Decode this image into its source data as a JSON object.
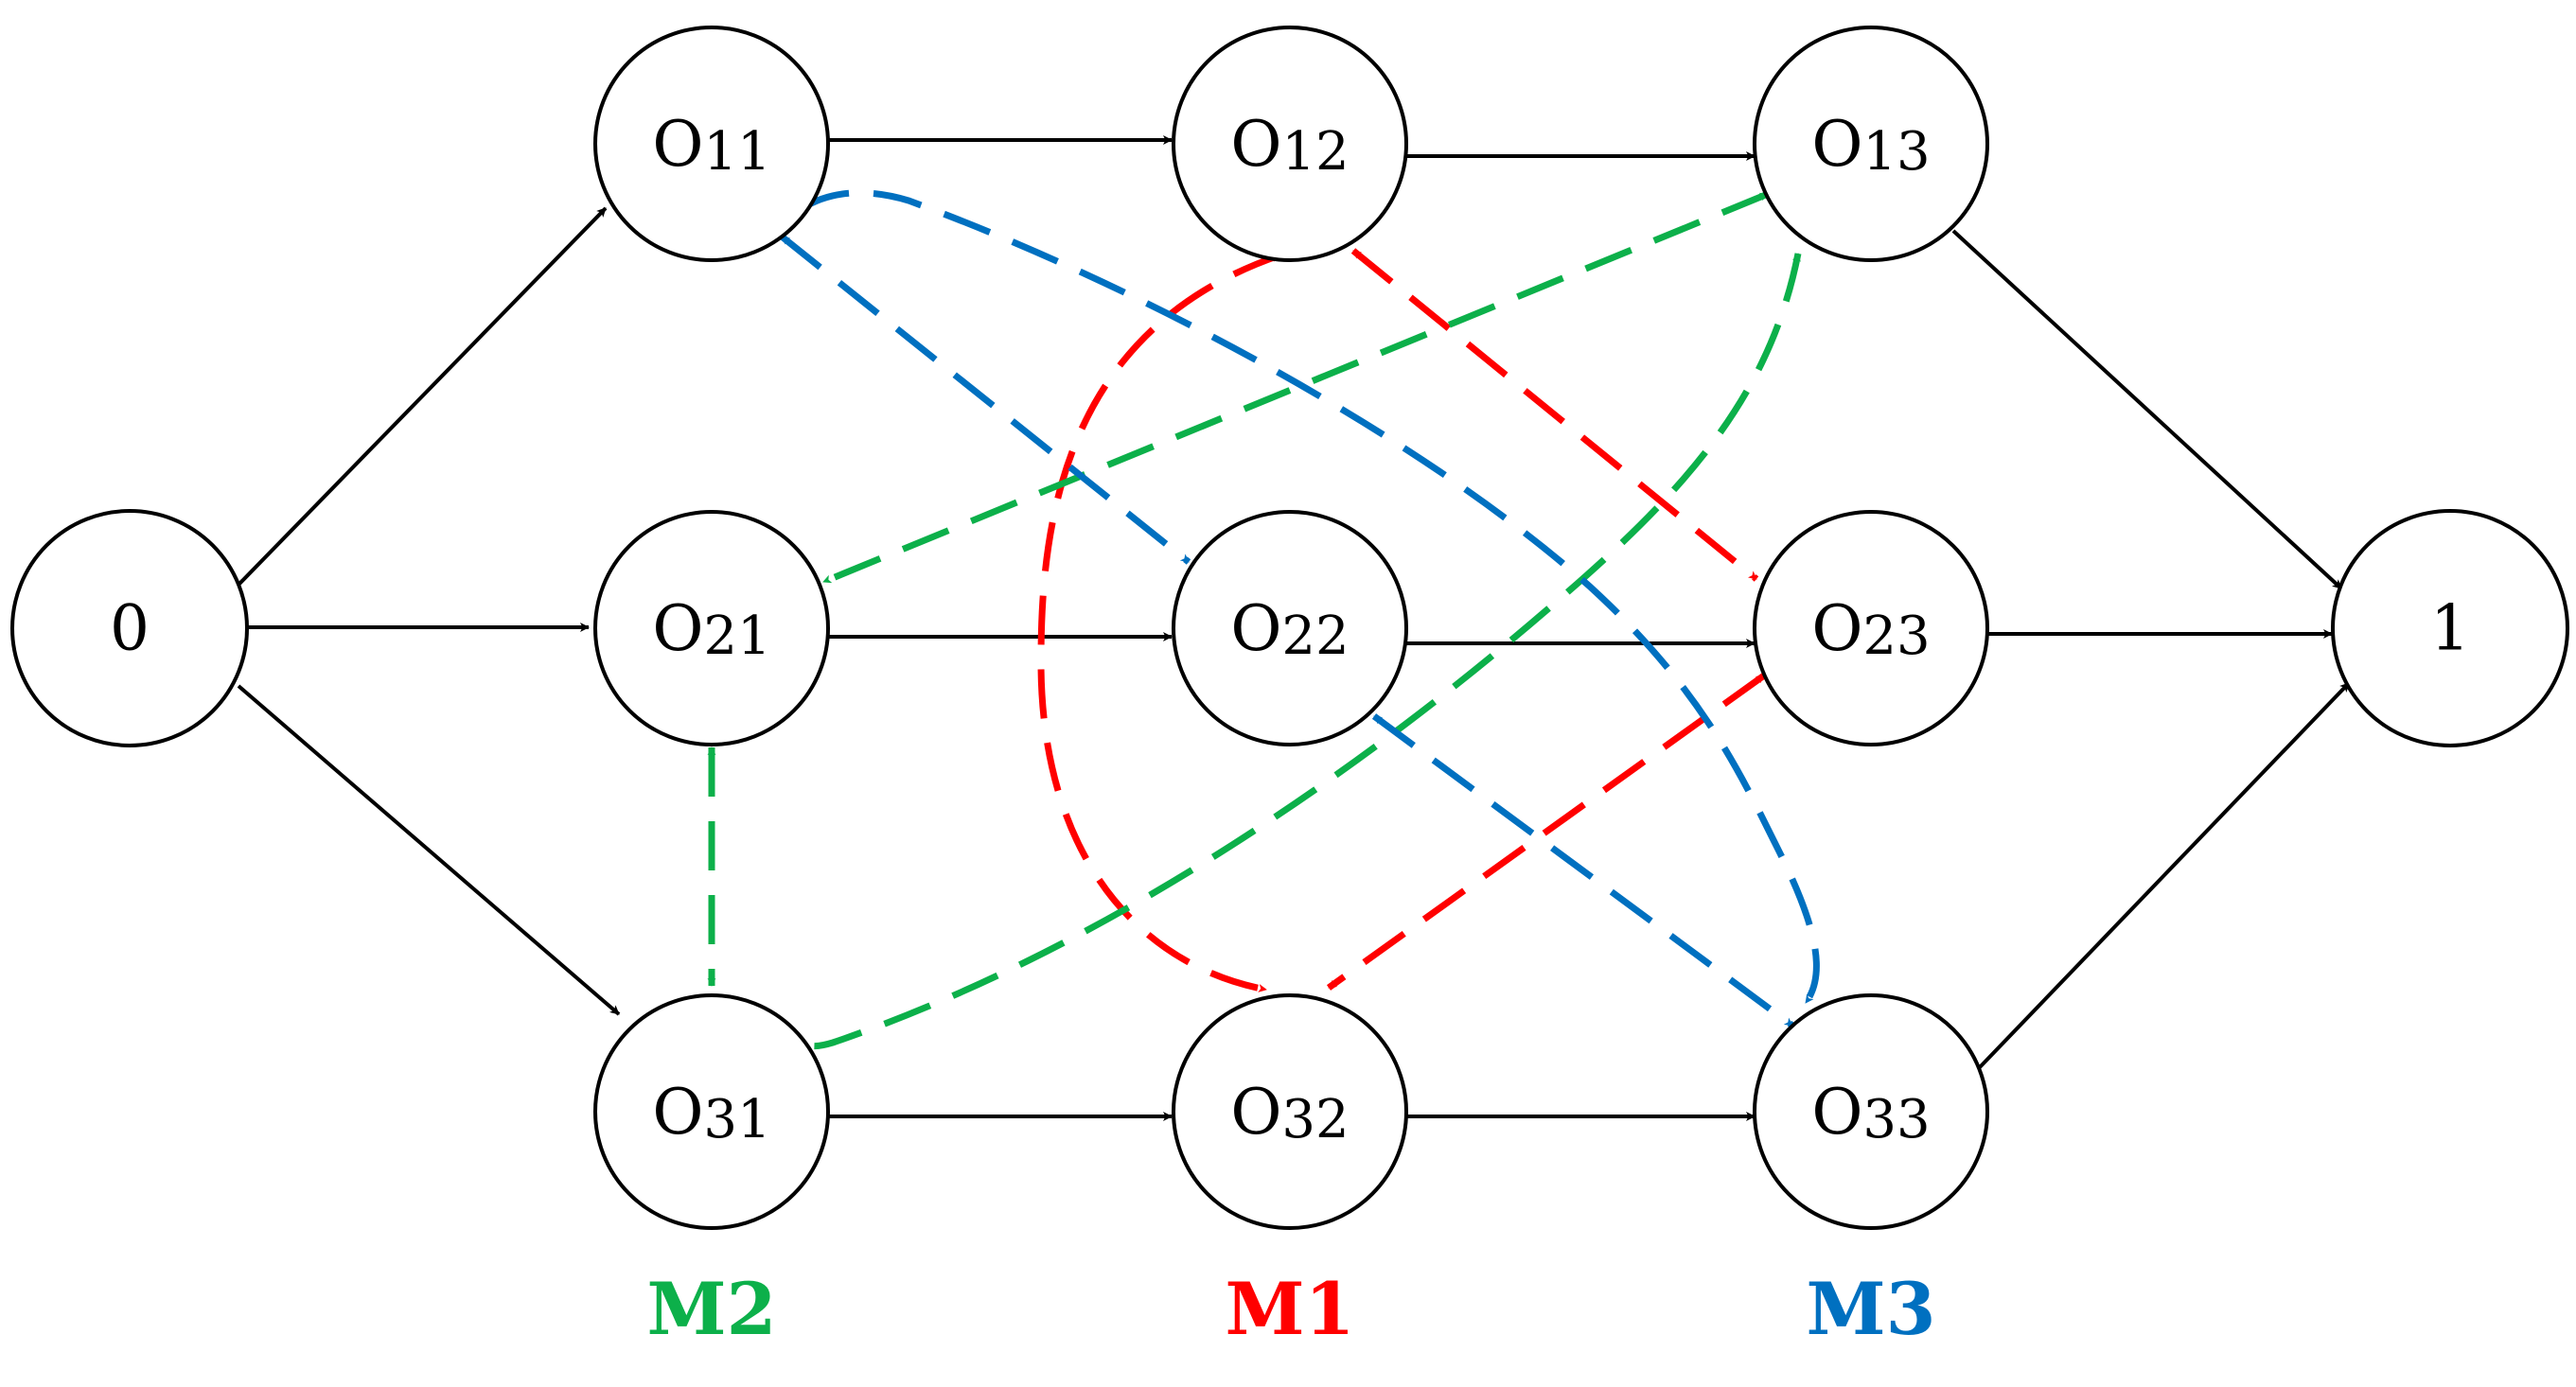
{
  "colors": {
    "node_stroke": "#000000",
    "precedence_edge": "#000000",
    "M1": "#ff0000",
    "M2": "#0cb04a",
    "M3": "#0070c0"
  },
  "nodes": {
    "start": {
      "label": "0"
    },
    "end": {
      "label": "1"
    },
    "o11": {
      "main": "O",
      "sub": "11"
    },
    "o12": {
      "main": "O",
      "sub": "12"
    },
    "o13": {
      "main": "O",
      "sub": "13"
    },
    "o21": {
      "main": "O",
      "sub": "21"
    },
    "o22": {
      "main": "O",
      "sub": "22"
    },
    "o23": {
      "main": "O",
      "sub": "23"
    },
    "o31": {
      "main": "O",
      "sub": "31"
    },
    "o32": {
      "main": "O",
      "sub": "32"
    },
    "o33": {
      "main": "O",
      "sub": "33"
    }
  },
  "machines": {
    "m2": "M2",
    "m1": "M1",
    "m3": "M3"
  },
  "conjunctive_edges": [
    [
      "0",
      "O11"
    ],
    [
      "0",
      "O21"
    ],
    [
      "0",
      "O31"
    ],
    [
      "O11",
      "O12"
    ],
    [
      "O12",
      "O13"
    ],
    [
      "O13",
      "1"
    ],
    [
      "O21",
      "O22"
    ],
    [
      "O22",
      "O23"
    ],
    [
      "O23",
      "1"
    ],
    [
      "O31",
      "O32"
    ],
    [
      "O32",
      "O33"
    ],
    [
      "O33",
      "1"
    ]
  ],
  "disjunctive_edges": {
    "M1": [
      [
        "O12",
        "O23"
      ],
      [
        "O12",
        "O32"
      ],
      [
        "O23",
        "O32"
      ]
    ],
    "M2": [
      [
        "O13",
        "O21"
      ],
      [
        "O13",
        "O31"
      ],
      [
        "O21",
        "O31"
      ]
    ],
    "M3": [
      [
        "O11",
        "O22"
      ],
      [
        "O11",
        "O33"
      ],
      [
        "O22",
        "O33"
      ]
    ]
  }
}
